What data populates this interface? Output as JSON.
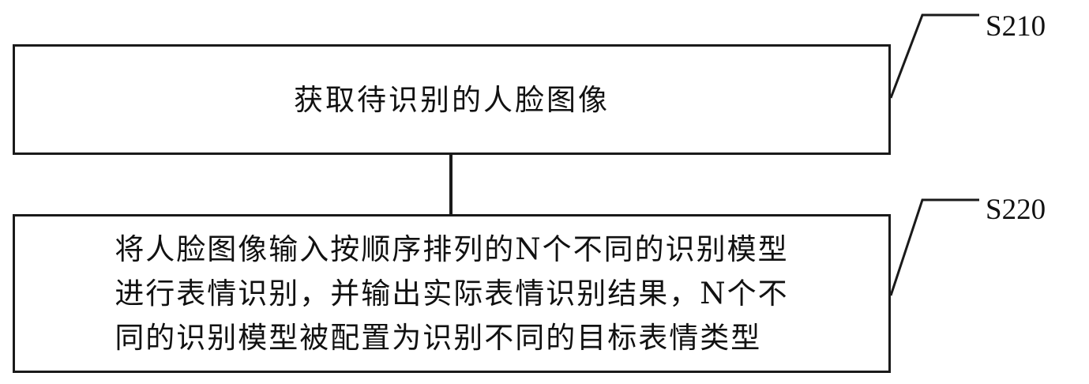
{
  "steps": [
    {
      "id": "S210",
      "text": "获取待识别的人脸图像"
    },
    {
      "id": "S220",
      "lines": [
        "将人脸图像输入按顺序排列的N个不同的识别模型",
        "进行表情识别，并输出实际表情识别结果，N个不",
        "同的识别模型被配置为识别不同的目标表情类型"
      ]
    }
  ],
  "colors": {
    "stroke": "#1a1a1a",
    "text": "#111111",
    "background": "#ffffff"
  }
}
